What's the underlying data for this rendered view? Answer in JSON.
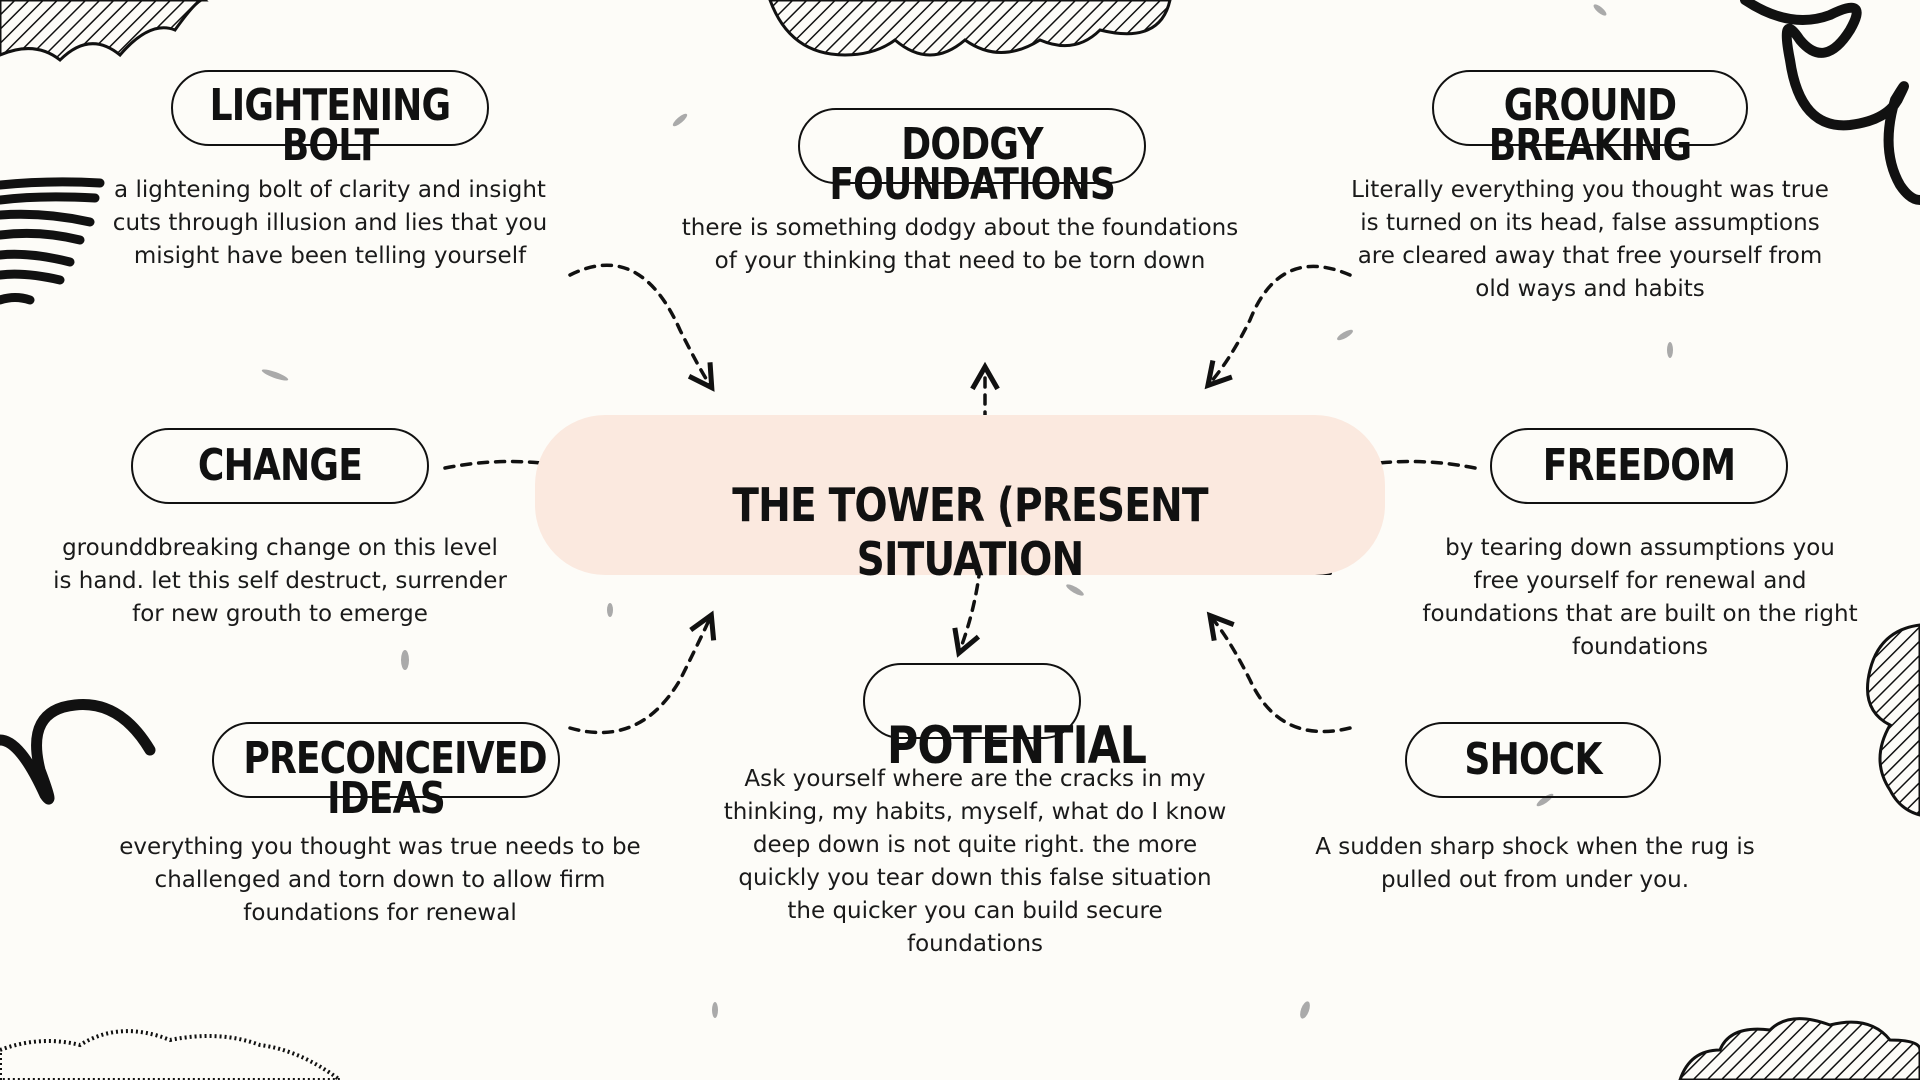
{
  "center": {
    "title": "THE TOWER (PRESENT SITUATION"
  },
  "nodes": [
    {
      "id": "lightening-bolt",
      "title_lines": [
        "LIGHTENING",
        "BOLT"
      ],
      "text": "a lightening bolt of clarity and insight cuts through illusion and lies that you misight have been telling yourself"
    },
    {
      "id": "dodgy-foundations",
      "title_lines": [
        "DODGY",
        "FOUNDATIONS"
      ],
      "text": "there is something dodgy about the foundations of your thinking that need to be torn down"
    },
    {
      "id": "ground-breaking",
      "title_lines": [
        "GROUND",
        "BREAKING"
      ],
      "text": "Literally everything you thought was true is turned on its head, false assumptions are cleared away that free yourself from old ways and habits"
    },
    {
      "id": "change",
      "title_lines": [
        "CHANGE"
      ],
      "text": "grounddbreaking change on this level is hand. let this self destruct, surrender for new grouth to emerge"
    },
    {
      "id": "freedom",
      "title_lines": [
        "FREEDOM"
      ],
      "text": "by tearing down assumptions you free yourself for renewal and foundations that are built on the right foundations"
    },
    {
      "id": "preconceived-ideas",
      "title_lines": [
        "PRECONCEIVED",
        "IDEAS"
      ],
      "text": "everything you thought was true needs to be challenged and torn down to allow firm foundations for renewal"
    },
    {
      "id": "potential",
      "title_lines": [
        "POTENTIAL"
      ],
      "text": "Ask yourself where are the cracks in my thinking, my habits, myself, what do I know deep down is not quite right. the more quickly you tear down this false situation the quicker you can build secure foundations"
    },
    {
      "id": "shock",
      "title_lines": [
        "SHOCK"
      ],
      "text": "A sudden sharp shock when the rug is pulled out from under you."
    }
  ],
  "colors": {
    "ink": "#111111",
    "center_highlight": "#fbe9df",
    "background": "#fdfcf8"
  }
}
